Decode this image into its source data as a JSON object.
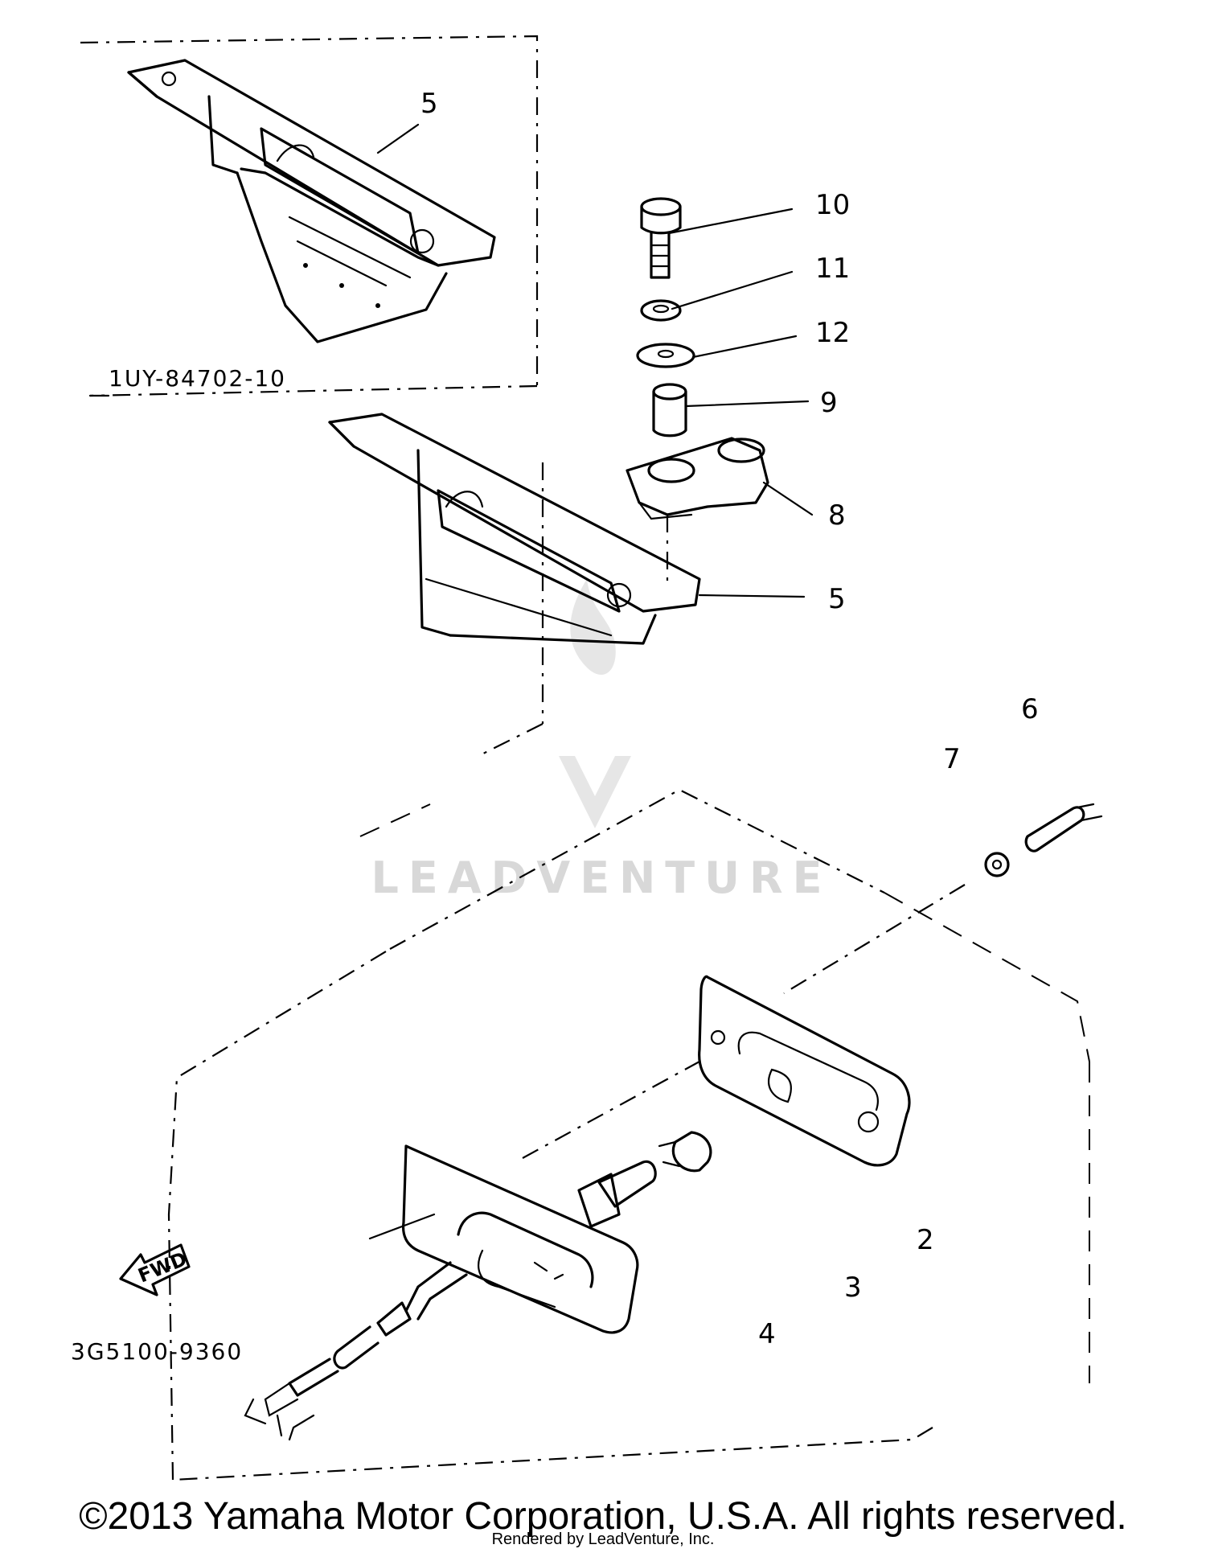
{
  "callouts": {
    "c5_top": "5",
    "c10": "10",
    "c11": "11",
    "c12": "12",
    "c9": "9",
    "c8": "8",
    "c5_mid": "5",
    "c6": "6",
    "c7": "7",
    "c2": "2",
    "c3": "3",
    "c4": "4"
  },
  "part_codes": {
    "bracket_kit": "1UY-84702-10",
    "lamp_assembly": "3G5100-9360"
  },
  "direction_label": "FWD",
  "watermark": {
    "brand": "LEADVENTURE"
  },
  "footer": {
    "copyright": "©2013 Yamaha Motor Corporation, U.S.A. All rights reserved.",
    "rendered_by": "Rendered by LeadVenture, Inc."
  }
}
